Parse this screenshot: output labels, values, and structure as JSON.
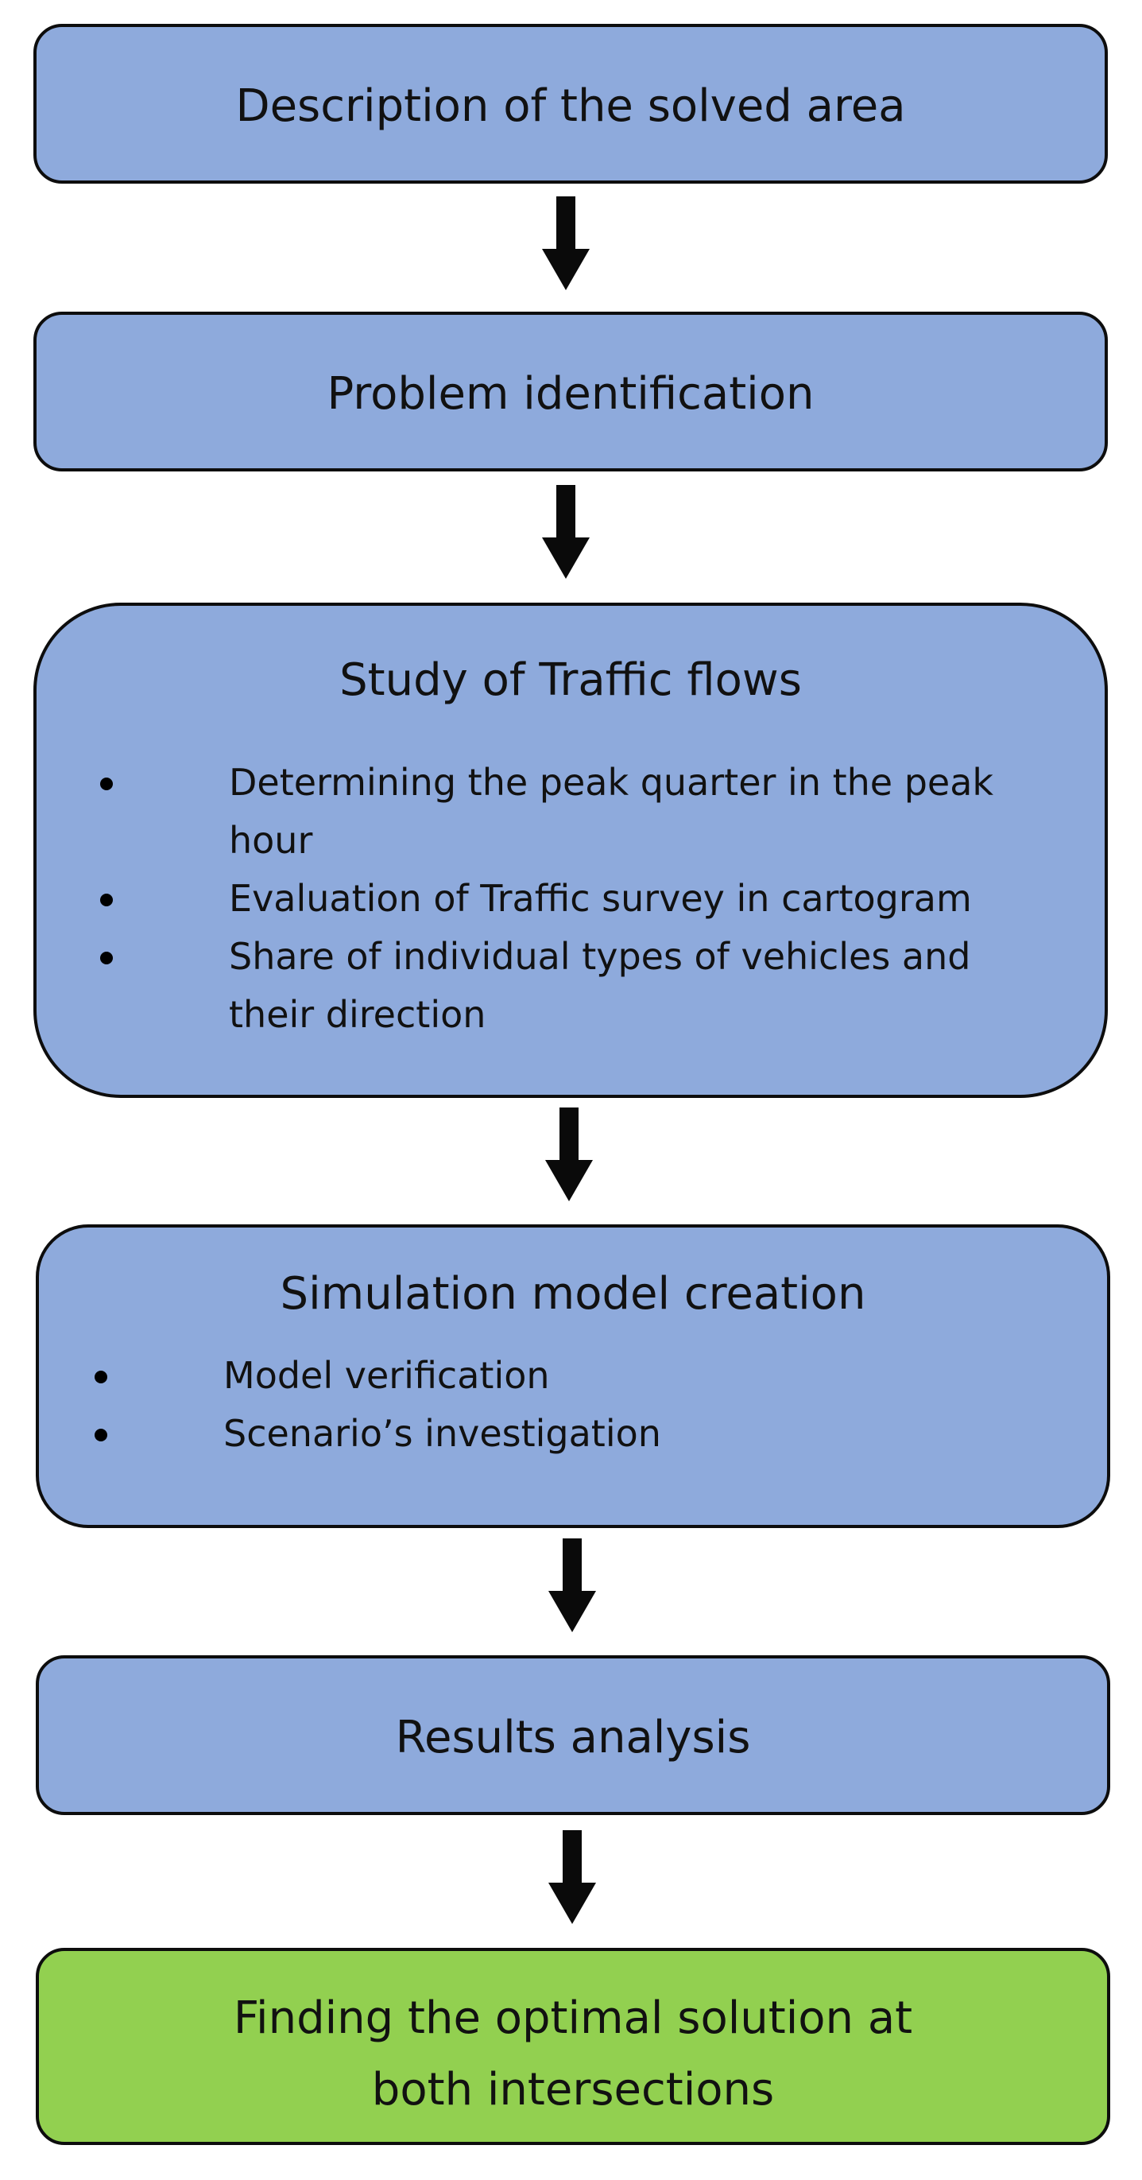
{
  "steps": [
    {
      "title": "Description of the solved area"
    },
    {
      "title": "Problem identification"
    },
    {
      "title": "Study of Traffic flows",
      "bullets": [
        "Determining the peak quarter in the peak hour",
        "Evaluation of Traffic survey in cartogram",
        "Share of individual types of vehicles and their direction"
      ]
    },
    {
      "title": "Simulation model creation",
      "bullets": [
        "Model verification",
        "Scenario’s investigation"
      ]
    },
    {
      "title": "Results analysis"
    },
    {
      "title": "Finding the optimal solution at both intersections"
    }
  ],
  "colors": {
    "step_fill": "#8eaadc",
    "final_fill": "#92d050",
    "stroke": "#0d0d0d"
  }
}
